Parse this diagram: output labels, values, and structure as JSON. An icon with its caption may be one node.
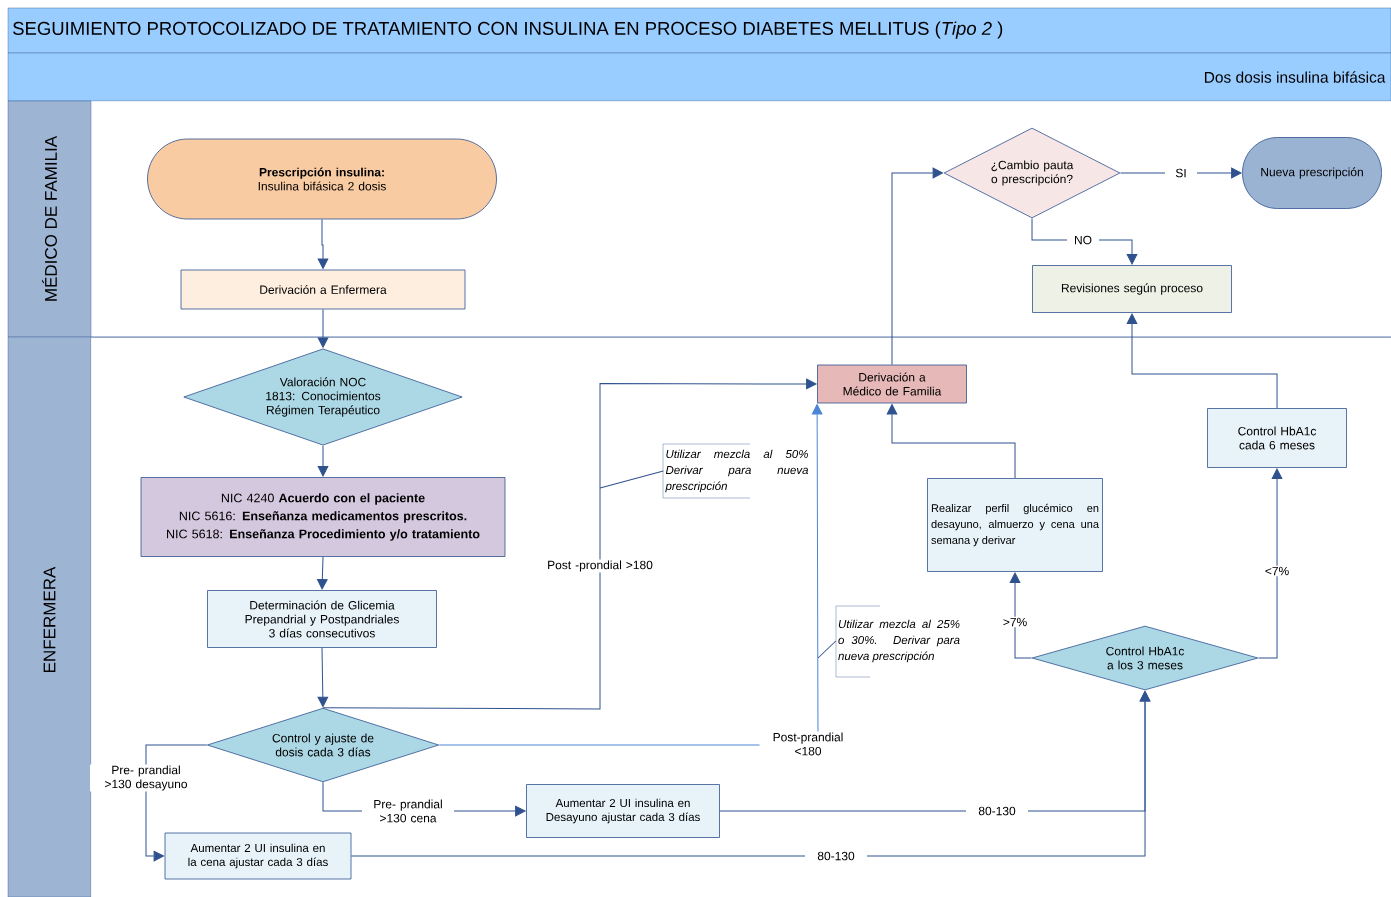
{
  "diagram": {
    "title": "SEGUIMIENTO PROTOCOLIZADO DE TRATAMIENTO CON INSULINA EN PROCESO DIABETES MELLITUS (*Tipo 2* )",
    "nodes": [
      {
        "text": [
          "Prescripción insulina:",
          "Insulina bifásica 2 dosis"
        ]
      },
      {
        "text": [
          "Derivación a Enfermera"
        ]
      },
      {
        "text": [
          "Valoración NOC 1813: Conocimientos Régimen Terapéutico"
        ]
      },
      {
        "text": [
          "NIC 4240 **Acuerdo con el paciente**",
          "NIC 5616: **Enseñanza medicamentos prescritos.**",
          "NIC 5618: **Enseñanza Procedimiento y/o tratamiento**"
        ]
      },
      {
        "text": [
          "Determinación de Glicemia Prepandrial y Postpandriales 3 días consecutivos"
        ]
      },
      {
        "text": [
          "Control y ajuste de dosis cada 3 días"
        ]
      },
      {
        "text": [
          "Aumentar 2 UI insulina en Desayuno ajustar cada 3 días"
        ]
      },
      {
        "text": [
          "Aumentar 2 UI insulina en la cena ajustar cada 3 días"
        ]
      },
      {
        "text": [
          "Derivación a Médico de Familia"
        ]
      },
      {
        "text": [
          "¿Cambio pauta o prescripción?"
        ]
      },
      {
        "text": [
          "Nueva prescripción"
        ]
      },
      {
        "text": [
          "Revisiones según proceso"
        ]
      },
      {
        "text": [
          "Realizar perfil glucémico en desayuno, almuerzo y cena una semana y derivar"
        ]
      },
      {
        "text": [
          "Control  HbA1c cada 6 meses"
        ]
      },
      {
        "text": [
          "Control HbA1c a los 3 meses"
        ]
      },
      {
        "text": [
          "Utilizar mezcla al 50% Derivar para nueva prescripción"
        ]
      },
      {
        "text": [
          "Utilizar mezcla al 25% o 30%. Derivar para nueva prescripción"
        ]
      }
    ],
    "edges": [
      {
        "from": 0,
        "to": 1,
        "arrow": "to"
      },
      {
        "from": 1,
        "to": 2,
        "arrow": "to"
      },
      {
        "from": 2,
        "to": 3,
        "arrow": "to"
      },
      {
        "from": 3,
        "to": 4,
        "arrow": "to"
      },
      {
        "from": 4,
        "to": 5,
        "arrow": "to"
      },
      {
        "from": 5,
        "to": 8,
        "arrow": "to",
        "label": "Post -prondial >180"
      },
      {
        "from": 5,
        "to": 8,
        "arrow": "to",
        "label": "Post-prandial <180",
        "color": "#4a86d6"
      },
      {
        "from": 5,
        "to": 6,
        "arrow": "to",
        "label": "Pre- prandial >130 cena"
      },
      {
        "from": 5,
        "to": 7,
        "arrow": "to",
        "label": "Pre- prandial >130 desayuno"
      },
      {
        "from": 6,
        "to": 14,
        "arrow": "to",
        "label": "80-130"
      },
      {
        "from": 7,
        "to": 14,
        "arrow": "to",
        "label": "80-130"
      },
      {
        "from": 8,
        "to": 9,
        "arrow": "to"
      },
      {
        "from": 9,
        "to": 10,
        "arrow": "to",
        "label": "SI"
      },
      {
        "from": 9,
        "to": 11,
        "arrow": "to",
        "label": "NO"
      },
      {
        "from": 12,
        "to": 8,
        "arrow": "to"
      },
      {
        "from": 14,
        "to": 12,
        "arrow": "to",
        "label": ">7%"
      },
      {
        "from": 14,
        "to": 13,
        "arrow": "to",
        "label": "<7%"
      },
      {
        "from": 13,
        "to": 11,
        "arrow": "to"
      },
      {
        "from": 15,
        "to": null,
        "arrow": "none"
      },
      {
        "from": 16,
        "to": null,
        "arrow": "none"
      }
    ],
    "labels": [
      "Dos dosis insulina bifásica",
      "MÉDICO  DE FAMILIA",
      "ENFERMERA"
    ]
  }
}
